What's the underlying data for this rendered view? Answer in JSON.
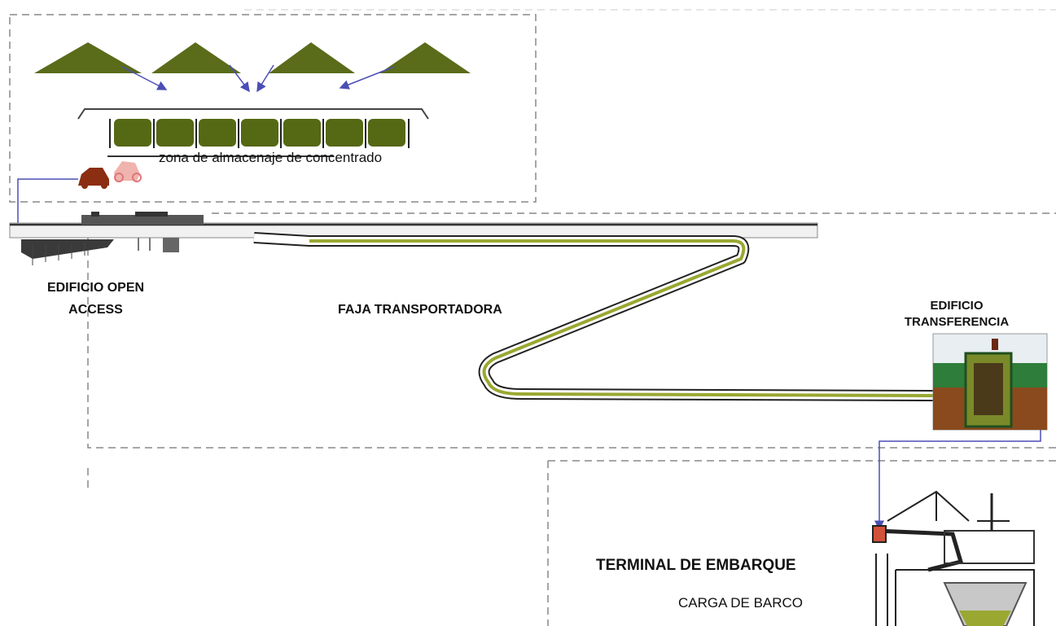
{
  "labels": {
    "storage_zone": "zona de almacenaje de concentrado",
    "open_access_line1": "EDIFICIO OPEN",
    "open_access_line2": "ACCESS",
    "conveyor": "FAJA TRANSPORTADORA",
    "transfer_line1": "EDIFICIO",
    "transfer_line2": "TRANSFERENCIA",
    "terminal": "TERMINAL DE EMBARQUE",
    "ship_loading": "CARGA DE BARCO"
  },
  "colors": {
    "stockpile": "#5a6b1a",
    "concentrate_bin": "#556814",
    "conveyor_belt": "#9aa832",
    "flow_arrow": "#4b4fb5",
    "dashed_boundary": "#888888",
    "loader": "#8b2e12"
  }
}
